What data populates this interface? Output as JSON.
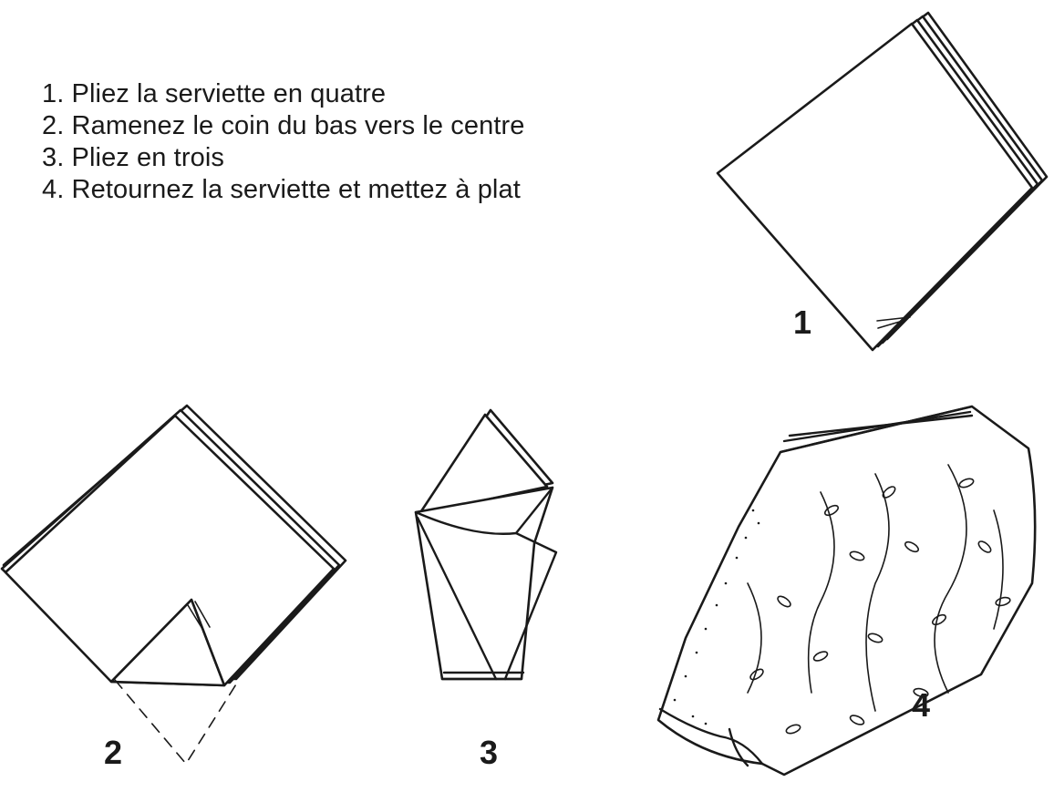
{
  "instructions": [
    "1. Pliez la serviette en quatre",
    "2. Ramenez le coin du bas vers le centre",
    "3. Pliez en trois",
    "4. Retournez la serviette et mettez à plat"
  ],
  "figures": [
    {
      "number": "1",
      "icon": "folded-square-napkin-icon"
    },
    {
      "number": "2",
      "icon": "bottom-corner-folded-napkin-icon"
    },
    {
      "number": "3",
      "icon": "three-fold-napkin-icon"
    },
    {
      "number": "4",
      "icon": "flipped-patterned-napkin-icon"
    }
  ],
  "colors": {
    "ink": "#1a1a1a",
    "background": "#ffffff"
  }
}
